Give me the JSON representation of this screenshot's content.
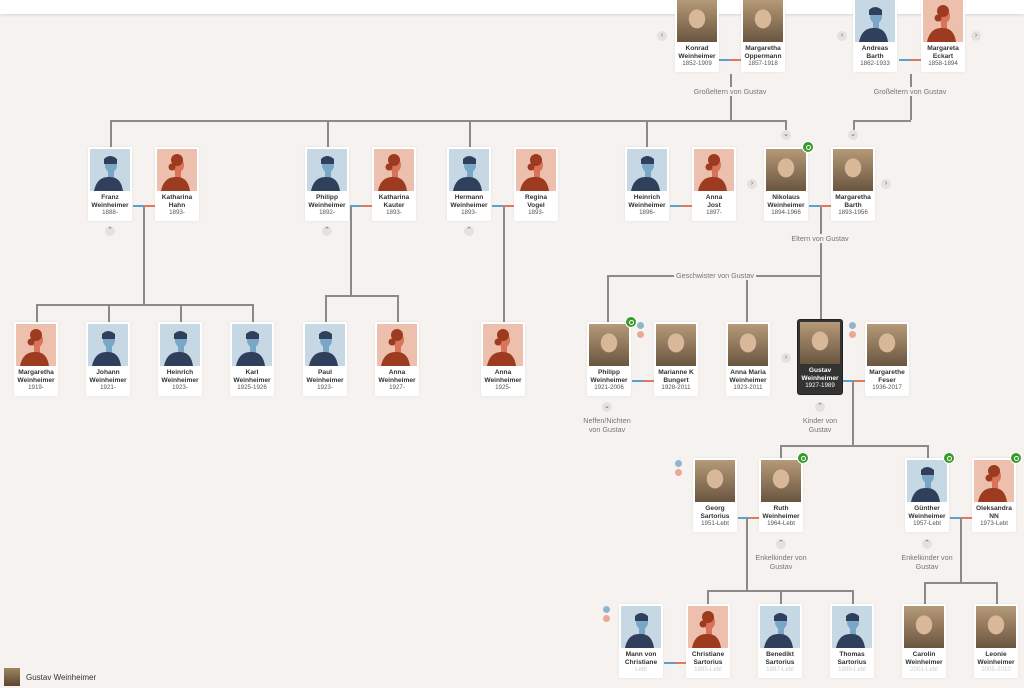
{
  "colors": {
    "male_bg": "#c6d8e4",
    "male_fg": "#2f3f5c",
    "male_face": "#7aa7c7",
    "female_bg": "#edc0ad",
    "female_fg": "#9c3b1f",
    "female_face": "#d9735a",
    "badge": "#3a9a2a",
    "selected": "#333333"
  },
  "people": {
    "konrad": {
      "first": "Konrad",
      "last": "Weinheimer",
      "dates": "1852-1909",
      "img": "photo"
    },
    "margaretha_o": {
      "first": "Margaretha",
      "last": "Oppermann",
      "dates": "1857-1918",
      "img": "photo"
    },
    "andreas": {
      "first": "Andreas",
      "last": "Barth",
      "dates": "1862-1933",
      "img": "male"
    },
    "margareta_e": {
      "first": "Margareta",
      "last": "Eckart",
      "dates": "1858-1894",
      "img": "female"
    },
    "franz": {
      "first": "Franz",
      "last": "Weinheimer",
      "dates": "1888-",
      "img": "male"
    },
    "katharina_h": {
      "first": "Katharina",
      "last": "Hahn",
      "dates": "1893-",
      "img": "female"
    },
    "philipp_s": {
      "first": "Philipp",
      "last": "Weinheimer",
      "dates": "1892-",
      "img": "male"
    },
    "katharina_k": {
      "first": "Katharina",
      "last": "Kauter",
      "dates": "1893-",
      "img": "female"
    },
    "hermann": {
      "first": "Hermann",
      "last": "Weinheimer",
      "dates": "1893-",
      "img": "male"
    },
    "regina": {
      "first": "Regina",
      "last": "Vogel",
      "dates": "1893-",
      "img": "female"
    },
    "heinrich_s": {
      "first": "Heinrich",
      "last": "Weinheimer",
      "dates": "1896-",
      "img": "male"
    },
    "anna_jost": {
      "first": "Anna",
      "last": "Jost",
      "dates": "1897-",
      "img": "female"
    },
    "nikolaus": {
      "first": "Nikolaus",
      "last": "Weinheimer",
      "dates": "1894-1966",
      "img": "photo",
      "badge": true
    },
    "margaretha_b": {
      "first": "Margaretha",
      "last": "Barth",
      "dates": "1893-1956",
      "img": "photo"
    },
    "margaretha_w": {
      "first": "Margaretha",
      "last": "Weinheimer",
      "dates": "1919-",
      "img": "female"
    },
    "johann": {
      "first": "Johann",
      "last": "Weinheimer",
      "dates": "1921-",
      "img": "male"
    },
    "heinrich_c": {
      "first": "Heinrich",
      "last": "Weinheimer",
      "dates": "1923-",
      "img": "male"
    },
    "karl": {
      "first": "Karl",
      "last": "Weinheimer",
      "dates": "1925-1926",
      "img": "male"
    },
    "paul": {
      "first": "Paul",
      "last": "Weinheimer",
      "dates": "1923-",
      "img": "male"
    },
    "anna_1927": {
      "first": "Anna",
      "last": "Weinheimer",
      "dates": "1927-",
      "img": "female"
    },
    "anna_1925": {
      "first": "Anna",
      "last": "Weinheimer",
      "dates": "1925-",
      "img": "female"
    },
    "philipp": {
      "first": "Philipp",
      "last": "Weinheimer",
      "dates": "1921-2006",
      "img": "photo",
      "badge": true
    },
    "marianne": {
      "first": "Marianne K",
      "last": "Bungert",
      "dates": "1928-2011",
      "img": "photo"
    },
    "anna_maria": {
      "first": "Anna Maria",
      "last": "Weinheimer",
      "dates": "1923-2011",
      "img": "photo"
    },
    "gustav": {
      "first": "Gustav",
      "last": "Weinheimer",
      "dates": "1927-1989",
      "img": "photo",
      "selected": true
    },
    "margarethe_f": {
      "first": "Margarethe",
      "last": "Feser",
      "dates": "1936-2017",
      "img": "photo"
    },
    "georg": {
      "first": "Georg",
      "last": "Sartorius",
      "dates": "1951-Lebt",
      "img": "photo"
    },
    "ruth": {
      "first": "Ruth",
      "last": "Weinheimer",
      "dates": "1964-Lebt",
      "img": "photo",
      "badge": true
    },
    "guenther": {
      "first": "Günther",
      "last": "Weinheimer",
      "dates": "1957-Lebt",
      "img": "male",
      "badge": true
    },
    "oleksandra": {
      "first": "Oleksandra",
      "last": "NN",
      "dates": "1973-Lebt",
      "img": "female",
      "badge": true
    },
    "mann": {
      "first": "Mann von",
      "last": "Christiane",
      "dates": "Lebt",
      "img": "male",
      "faded": true
    },
    "christiane": {
      "first": "Christiane",
      "last": "Sartorius",
      "dates": "1985-Lebt",
      "img": "female",
      "faded": true
    },
    "benedikt": {
      "first": "Benedikt",
      "last": "Sartorius",
      "dates": "1987-Lebt",
      "img": "male",
      "faded": true
    },
    "thomas": {
      "first": "Thomas",
      "last": "Sartorius",
      "dates": "1989-Lebt",
      "img": "male",
      "faded": true
    },
    "carolin": {
      "first": "Carolin",
      "last": "Weinheimer",
      "dates": "2001-Lebt",
      "img": "photo",
      "faded": true
    },
    "leonie": {
      "first": "Leonie",
      "last": "Weinheimer",
      "dates": "2005-2010",
      "img": "photo",
      "faded": true
    }
  },
  "labels": {
    "grandparents_1": "Großeltern von Gustav",
    "grandparents_2": "Großeltern von Gustav",
    "parents": "Eltern von Gustav",
    "siblings": "Geschwister von Gustav",
    "nephews": "Neffen/Nichten von Gustav",
    "children": "Kinder von Gustav",
    "grandchildren_1": "Enkelkinder von Gustav",
    "grandchildren_2": "Enkelkinder von Gustav"
  },
  "footer": {
    "name": "Gustav Weinheimer"
  }
}
